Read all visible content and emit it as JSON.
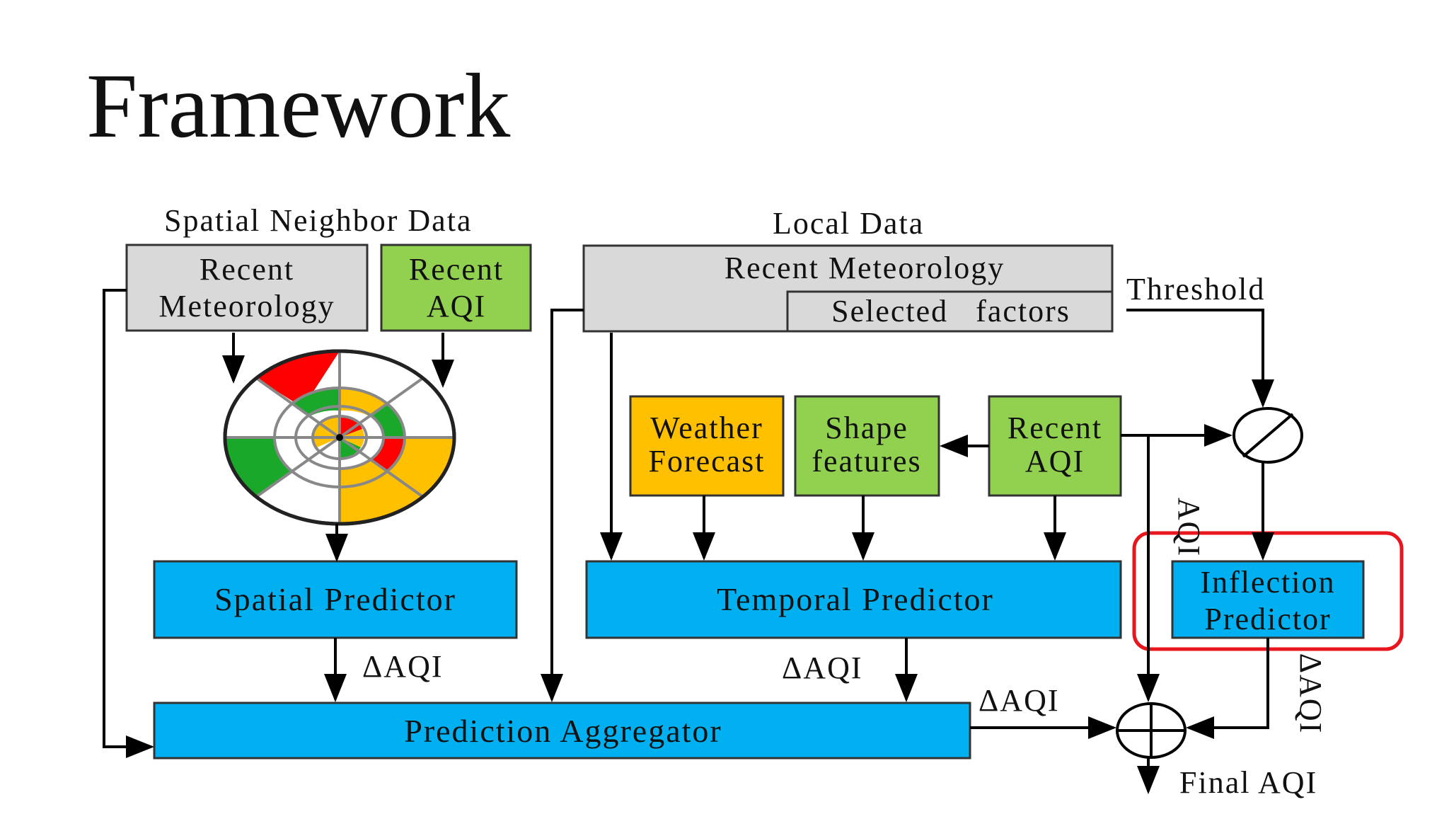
{
  "slide": {
    "title": "Framework"
  },
  "diagram": {
    "spatial_neighbor_data_label": "Spatial Neighbor Data",
    "local_data_label": "Local Data",
    "spatial_recent_meteorology": [
      "Recent",
      "Meteorology"
    ],
    "spatial_recent_aqi": [
      "Recent",
      "AQI"
    ],
    "local_recent_meteorology": "Recent Meteorology",
    "selected_factors": "Selected   factors",
    "threshold": "Threshold",
    "weather_forecast": [
      "Weather",
      "Forecast"
    ],
    "shape_features": [
      "Shape",
      "features"
    ],
    "local_recent_aqi": [
      "Recent",
      "AQI"
    ],
    "spatial_predictor": "Spatial Predictor",
    "temporal_predictor": "Temporal Predictor",
    "inflection_predictor": [
      "Inflection",
      "Predictor"
    ],
    "prediction_aggregator": "Prediction Aggregator",
    "delta_aqi_spatial": "ΔAQI",
    "delta_aqi_temporal": "ΔAQI",
    "delta_aqi_aggregator": "ΔAQI",
    "aqi_vertical": "AQI",
    "delta_aqi_inflection": "ΔAQI",
    "final_aqi": "Final AQI",
    "colors": {
      "gray_box": "#d9d9d9",
      "green_box": "#92d050",
      "orange_box": "#ffc000",
      "blue_box": "#00b0f0",
      "highlight_red": "#e8161d",
      "wheel_red": "#ff0000",
      "wheel_green": "#1aa82a",
      "wheel_yellow": "#ffc000"
    }
  }
}
